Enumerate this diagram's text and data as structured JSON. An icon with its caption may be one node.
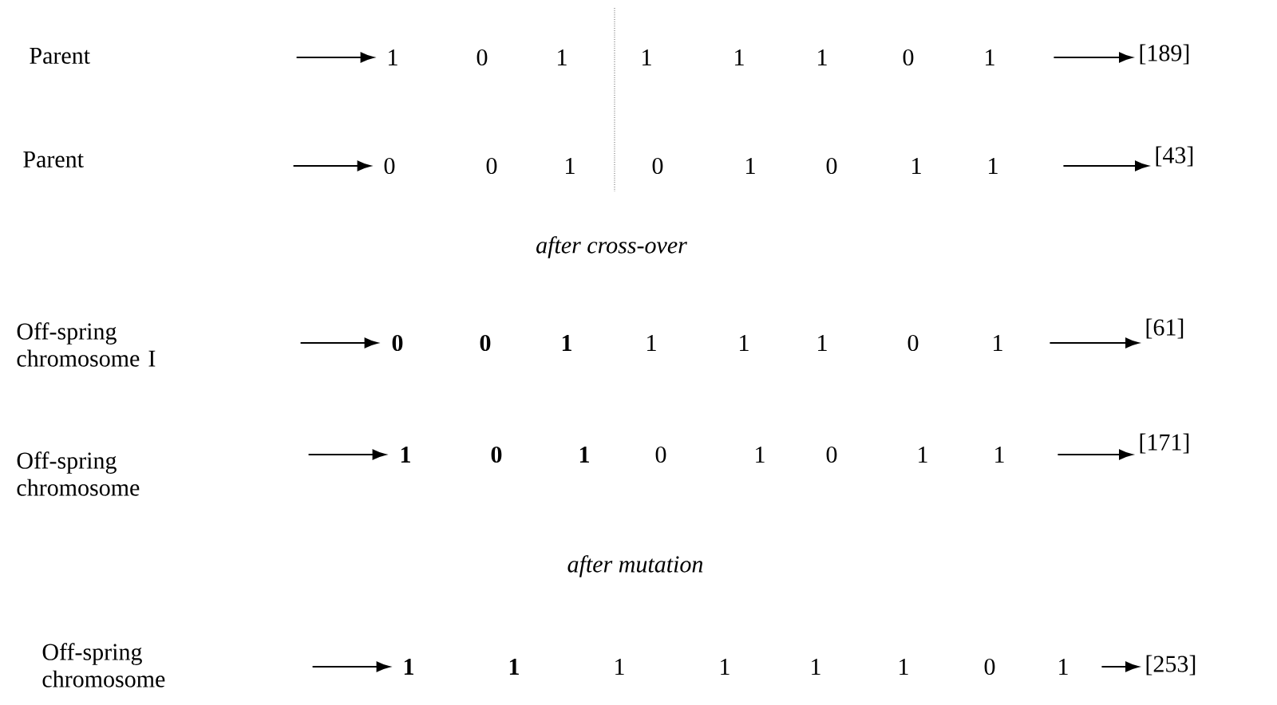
{
  "diagram": {
    "nodes": [
      {
        "text": [
          "Parent"
        ]
      },
      {
        "text": [
          "1",
          "0",
          "1",
          "1",
          "1",
          "1",
          "0",
          "1"
        ]
      },
      {
        "text": [
          "[189]"
        ]
      },
      {
        "text": [
          "Parent"
        ]
      },
      {
        "text": [
          "0",
          "0",
          "1",
          "0",
          "1",
          "0",
          "1",
          "1"
        ]
      },
      {
        "text": [
          "[43]"
        ]
      },
      {
        "text": [
          "Off-spring chromosome I"
        ]
      },
      {
        "text": [
          "**0**",
          "**0**",
          "**1**",
          "1",
          "1",
          "1",
          "0",
          "1"
        ]
      },
      {
        "text": [
          "[61]"
        ]
      },
      {
        "text": [
          "Off-spring chromosome"
        ]
      },
      {
        "text": [
          "**1**",
          "**0**",
          "**1**",
          "0",
          "1",
          "0",
          "1",
          "1"
        ]
      },
      {
        "text": [
          "[171]"
        ]
      },
      {
        "text": [
          "Off-spring chromosome"
        ]
      },
      {
        "text": [
          "**1**",
          "**1**",
          "1",
          "1",
          "1",
          "1",
          "0",
          "1"
        ]
      },
      {
        "text": [
          "[253]"
        ]
      }
    ],
    "edges": [
      {
        "from": null,
        "to": 1,
        "arrow": "to"
      },
      {
        "from": 1,
        "to": 2,
        "arrow": "to"
      },
      {
        "from": null,
        "to": 4,
        "arrow": "to"
      },
      {
        "from": 4,
        "to": 5,
        "arrow": "to"
      },
      {
        "from": null,
        "to": 7,
        "arrow": "to"
      },
      {
        "from": 7,
        "to": 8,
        "arrow": "to"
      },
      {
        "from": null,
        "to": 10,
        "arrow": "to"
      },
      {
        "from": 10,
        "to": 11,
        "arrow": "to"
      },
      {
        "from": null,
        "to": 13,
        "arrow": "to"
      },
      {
        "from": 13,
        "to": 14,
        "arrow": "to"
      }
    ],
    "labels": [
      "after cross-over",
      "after mutation"
    ]
  }
}
